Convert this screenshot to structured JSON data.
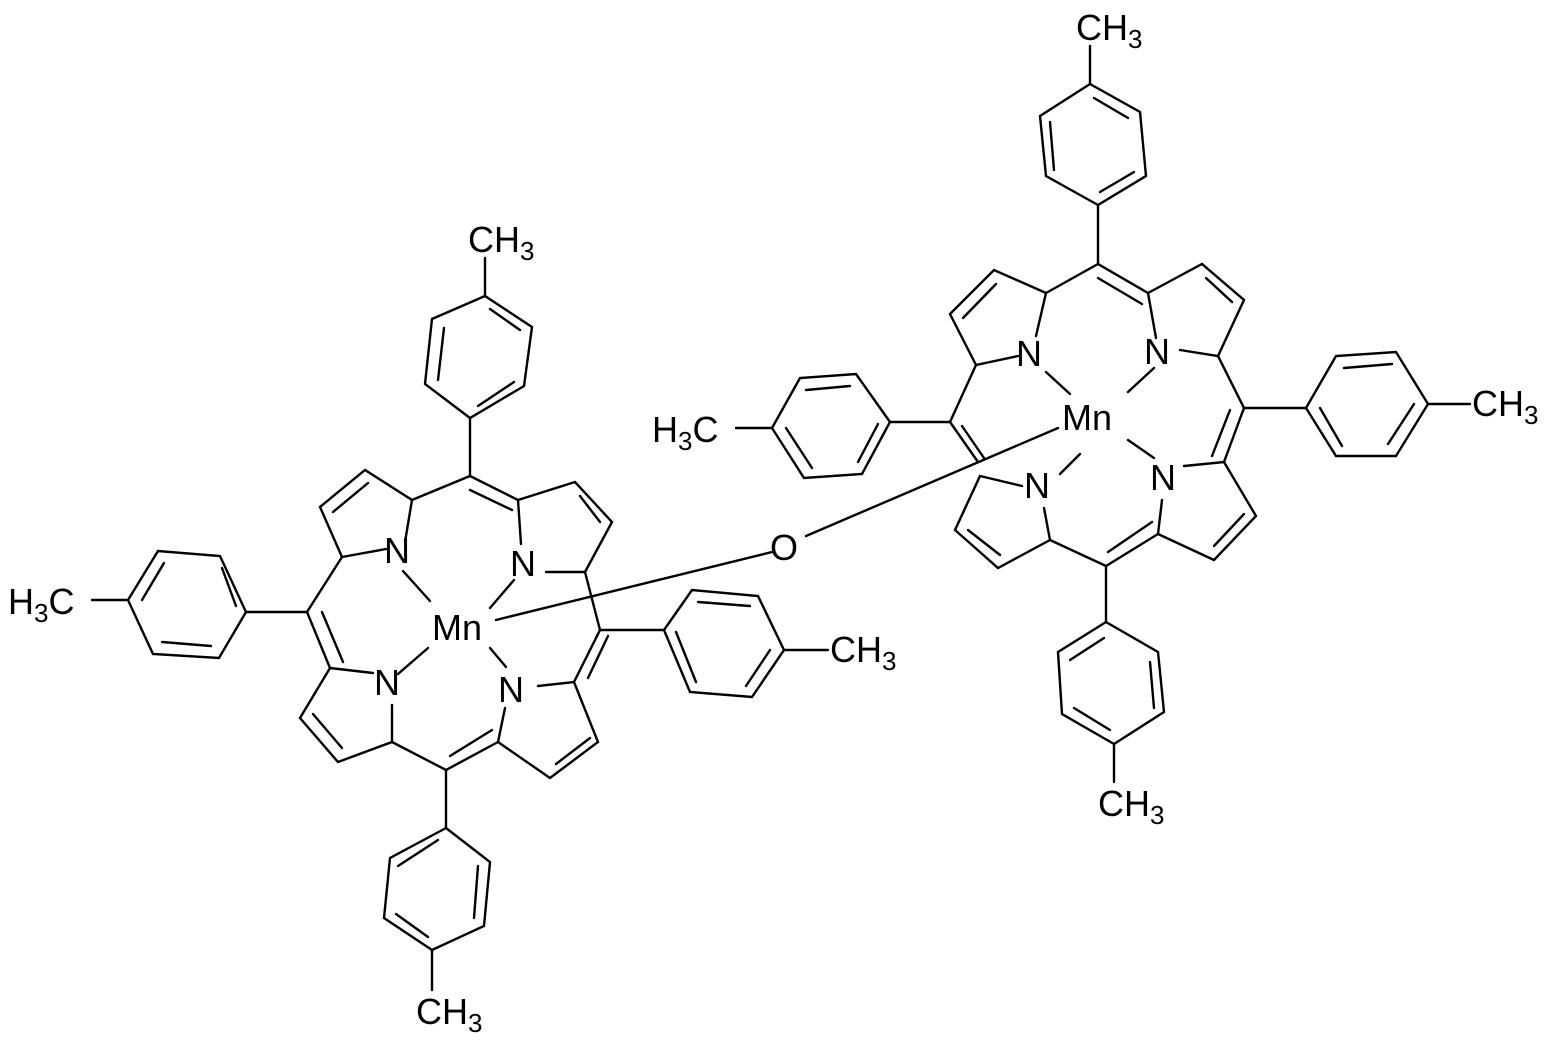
{
  "molecule": {
    "bridge_atom": "O",
    "metal_label": "Mn",
    "nitrogen_label": "N",
    "methyl": {
      "left_prefix": "H",
      "right_prefix": "CH",
      "left_suffix": "C",
      "subscript": "3"
    }
  },
  "colors": {
    "ink": "#000000",
    "background": "#ffffff"
  }
}
